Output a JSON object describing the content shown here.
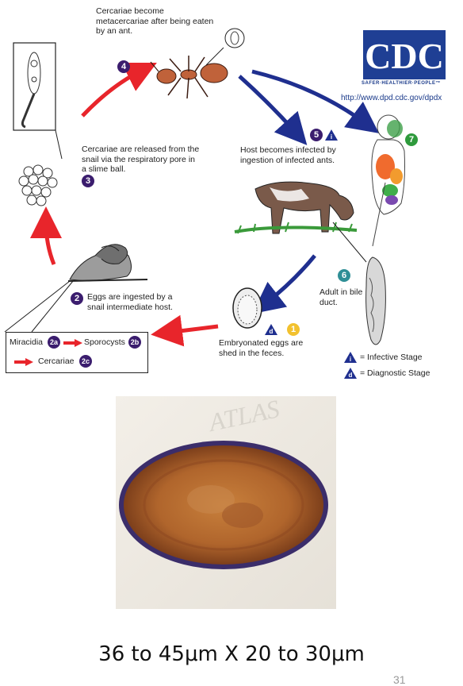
{
  "diagram": {
    "labels": {
      "step4_text": "Cercariae become metacercariae after being eaten by an ant.",
      "step3_text": "Cercariae are released from the snail via the respiratory pore in a slime ball.",
      "step5_text": "Host becomes infected by ingestion of infected ants.",
      "step6_text": "Adult in bile duct.",
      "step2_text": "Eggs are ingested by a snail intermediate host.",
      "step1_text": "Embryonated eggs are shed in the feces."
    },
    "step_numbers": {
      "one": "1",
      "two": "2",
      "three": "3",
      "four": "4",
      "five": "5",
      "six": "6",
      "seven": "7"
    },
    "stage_legend": {
      "infective_symbol": "i",
      "infective_label": "= Infective Stage",
      "diagnostic_symbol": "d",
      "diagnostic_label": "= Diagnostic Stage"
    },
    "snail_stages": {
      "miracidia": "Miracidia",
      "miracidia_badge": "2a",
      "sporocysts": "Sporocysts",
      "sporocysts_badge": "2b",
      "cercariae": "Cercariae",
      "cercariae_badge": "2c"
    },
    "cdc": {
      "logo_text": "CDC",
      "tagline": "SAFER·HEALTHIER·PEOPLE™",
      "url": "http://www.dpd.cdc.gov/dpdx"
    },
    "photo_watermark": "ATLAS",
    "colors": {
      "red_arrow": "#e8252b",
      "blue_arrow": "#1f2f8f",
      "badge_purple": "#3b1d6e",
      "badge_green": "#2e9a3c",
      "badge_teal": "#2f8f96",
      "badge_yellow": "#f2c12e",
      "cdc_blue": "#1f3f94"
    }
  },
  "caption": "36 to 45μm X 20 to 30μm",
  "page_number": "31"
}
